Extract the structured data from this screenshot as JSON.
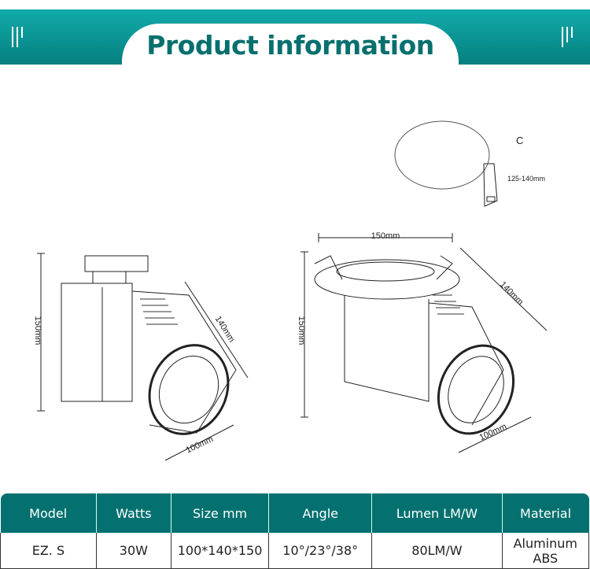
{
  "header": {
    "title": "Product information"
  },
  "diagram": {
    "dim_height": "150mm",
    "dim_length": "140mm",
    "dim_diameter": "100mm",
    "dim_width": "150mm",
    "cutout_label": "C",
    "cutout_range": "125-140mm"
  },
  "table": {
    "headers": [
      "Model",
      "Watts",
      "Size mm",
      "Angle",
      "Lumen LM/W",
      "Material"
    ],
    "rows": [
      [
        "EZ. S",
        "30W",
        "100*140*150",
        "10°/23°/38°",
        "80LM/W",
        "Aluminum ABS"
      ]
    ]
  },
  "colors": {
    "teal": "#047170",
    "band_top": "#12abab",
    "band_bottom": "#057f7f"
  }
}
